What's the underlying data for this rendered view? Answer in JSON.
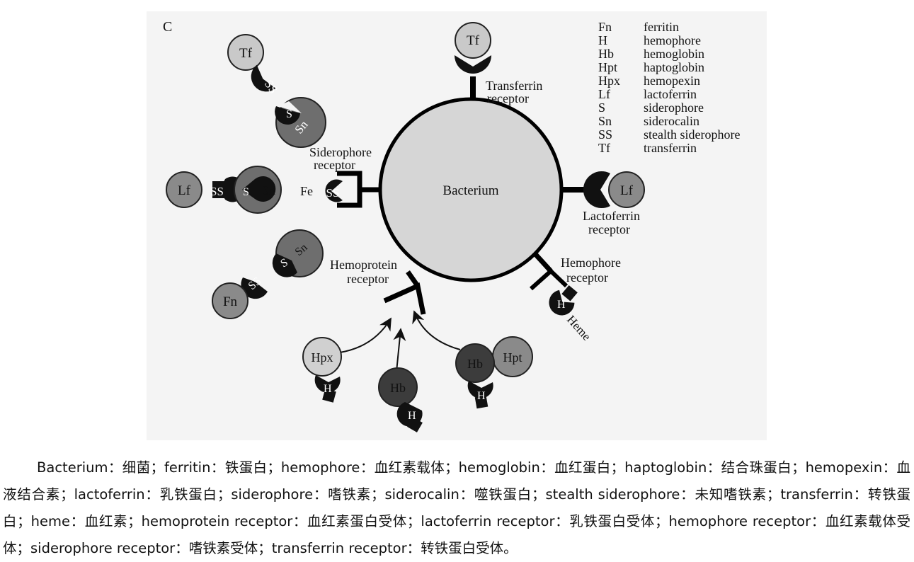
{
  "panel_label": "C",
  "center": {
    "label": "Bacterium"
  },
  "receptors": {
    "transferrin": [
      "Transferrin",
      "receptor"
    ],
    "siderophore": [
      "Siderophore",
      "receptor"
    ],
    "lactoferrin": [
      "Lactoferrin",
      "receptor"
    ],
    "hemoprotein": [
      "Hemoprotein",
      "receptor"
    ],
    "hemophore": [
      "Hemophore",
      "receptor"
    ]
  },
  "molecules": {
    "tf": "Tf",
    "lf": "Lf",
    "fn": "Fn",
    "sn": "Sn",
    "s": "S",
    "ss": "SS",
    "fe": "Fe",
    "hpx": "Hpx",
    "hb": "Hb",
    "hpt": "Hpt",
    "h": "H",
    "heme": "Heme"
  },
  "legend": [
    {
      "abbr": "Fn",
      "name": "ferritin"
    },
    {
      "abbr": "H",
      "name": "hemophore"
    },
    {
      "abbr": "Hb",
      "name": "hemoglobin"
    },
    {
      "abbr": "Hpt",
      "name": "haptoglobin"
    },
    {
      "abbr": "Hpx",
      "name": "hemopexin"
    },
    {
      "abbr": "Lf",
      "name": "lactoferrin"
    },
    {
      "abbr": "S",
      "name": "siderophore"
    },
    {
      "abbr": "Sn",
      "name": "siderocalin"
    },
    {
      "abbr": "SS",
      "name": "stealth siderophore"
    },
    {
      "abbr": "Tf",
      "name": "transferrin"
    }
  ],
  "caption": "Bacterium：细菌；ferritin：铁蛋白；hemophore：血红素载体；hemoglobin：血红蛋白；haptoglobin：结合珠蛋白；hemopexin：血液结合素；lactoferrin：乳铁蛋白；siderophore：嗜铁素；siderocalin：噬铁蛋白；stealth siderophore：未知嗜铁素；transferrin：转铁蛋白；heme：血红素；hemoprotein receptor：血红素蛋白受体；lactoferrin receptor：乳铁蛋白受体；hemophore receptor：血红素载体受体；siderophore receptor：嗜铁素受体；transferrin receptor：转铁蛋白受体。"
}
